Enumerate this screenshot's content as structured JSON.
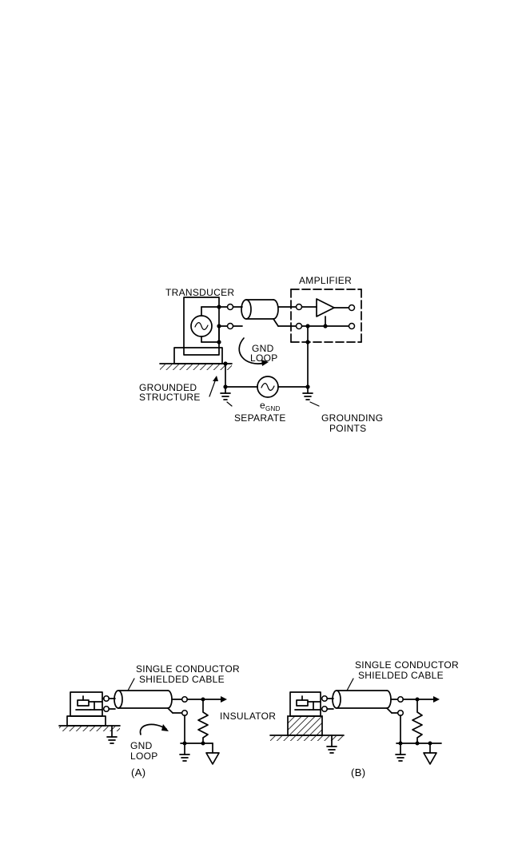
{
  "figure1": {
    "labels": {
      "transducer": "TRANSDUCER",
      "amplifier": "AMPLIFIER",
      "gnd_loop_line1": "GND",
      "gnd_loop_line2": "LOOP",
      "grounded_line1": "GROUNDED",
      "grounded_line2": "STRUCTURE",
      "egnd_main": "e",
      "egnd_sub": "GND",
      "separate": "SEPARATE",
      "grounding_line1": "GROUNDING",
      "grounding_line2": "POINTS"
    }
  },
  "figure2": {
    "panel_a": {
      "cable_line1": "SINGLE CONDUCTOR",
      "cable_line2": "SHIELDED CABLE",
      "gnd_loop_line1": "GND",
      "gnd_loop_line2": "LOOP",
      "caption": "(A)"
    },
    "panel_b": {
      "cable_line1": "SINGLE CONDUCTOR",
      "cable_line2": "SHIELDED CABLE",
      "insulator": "INSULATOR",
      "caption": "(B)"
    }
  }
}
